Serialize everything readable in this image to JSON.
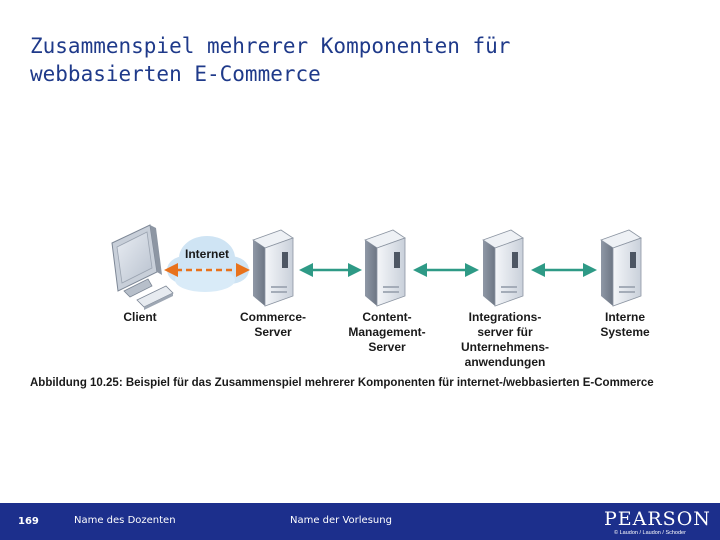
{
  "slide": {
    "title_line1": "Zusammenspiel mehrerer Komponenten für",
    "title_line2": "webbasierten E-Commerce"
  },
  "diagram": {
    "cloud_label": "Internet",
    "nodes": [
      {
        "lines": [
          "Client"
        ]
      },
      {
        "lines": [
          "Commerce-",
          "Server"
        ]
      },
      {
        "lines": [
          "Content-",
          "Management-",
          "Server"
        ]
      },
      {
        "lines": [
          "Integrations-",
          "server für",
          "Unternehmens-",
          "anwendungen"
        ]
      },
      {
        "lines": [
          "Interne",
          "Systeme"
        ]
      }
    ],
    "caption": "Abbildung 10.25: Beispiel für das Zusammenspiel mehrerer Komponenten für internet-/webbasierten E-Commerce",
    "colors": {
      "arrow_teal": "#2e9a86",
      "arrow_orange": "#e8721c",
      "cloud": "#cfe4f4",
      "server_face": "#e6eaf0"
    }
  },
  "footer": {
    "page_number": "169",
    "lecturer": "Name des Dozenten",
    "course": "Name der Vorlesung",
    "brand": "PEARSON",
    "brand_sub": "© Laudon / Laudon / Schoder",
    "color": "#1c2f8c"
  }
}
